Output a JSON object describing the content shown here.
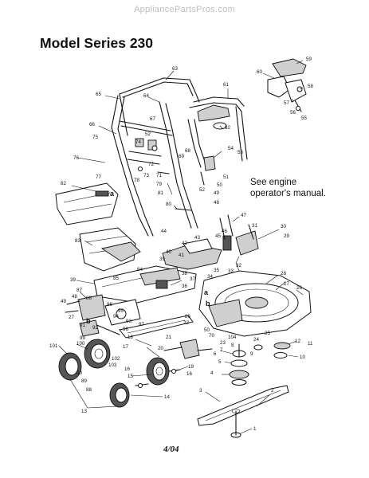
{
  "watermark": "AppliancePartsPros.com",
  "title": "Model Series 230",
  "note_line1": "See engine",
  "note_line2": "operator's manual.",
  "date": "4/04",
  "callouts": [
    {
      "id": "c63",
      "label": "63"
    },
    {
      "id": "c65",
      "label": "65"
    },
    {
      "id": "c64",
      "label": "64"
    },
    {
      "id": "c61",
      "label": "61"
    },
    {
      "id": "c59",
      "label": "59"
    },
    {
      "id": "c60",
      "label": "60"
    },
    {
      "id": "c58",
      "label": "58"
    },
    {
      "id": "c57",
      "label": "57"
    },
    {
      "id": "c56",
      "label": "56"
    },
    {
      "id": "c55",
      "label": "55"
    },
    {
      "id": "c62",
      "label": "62"
    },
    {
      "id": "c67",
      "label": "67"
    },
    {
      "id": "c66",
      "label": "66"
    },
    {
      "id": "c52a",
      "label": "52"
    },
    {
      "id": "c74",
      "label": "74"
    },
    {
      "id": "c75",
      "label": "75"
    },
    {
      "id": "c68",
      "label": "68"
    },
    {
      "id": "c69",
      "label": "69"
    },
    {
      "id": "c54",
      "label": "54"
    },
    {
      "id": "c53",
      "label": "53"
    },
    {
      "id": "c76",
      "label": "76"
    },
    {
      "id": "c72",
      "label": "72"
    },
    {
      "id": "c73",
      "label": "73"
    },
    {
      "id": "c71",
      "label": "71"
    },
    {
      "id": "c77",
      "label": "77"
    },
    {
      "id": "c78",
      "label": "78"
    },
    {
      "id": "c79",
      "label": "79"
    },
    {
      "id": "c51",
      "label": "51"
    },
    {
      "id": "c50a",
      "label": "50"
    },
    {
      "id": "c49a",
      "label": "49"
    },
    {
      "id": "c52b",
      "label": "52"
    },
    {
      "id": "c82",
      "label": "82"
    },
    {
      "id": "c81",
      "label": "81"
    },
    {
      "id": "c80",
      "label": "80"
    },
    {
      "id": "c48a",
      "label": "48"
    },
    {
      "id": "c47",
      "label": "47"
    },
    {
      "id": "c46",
      "label": "46"
    },
    {
      "id": "c31",
      "label": "31"
    },
    {
      "id": "c30",
      "label": "30"
    },
    {
      "id": "c44",
      "label": "44"
    },
    {
      "id": "c43",
      "label": "43"
    },
    {
      "id": "c45",
      "label": "45"
    },
    {
      "id": "c29",
      "label": "29"
    },
    {
      "id": "c83",
      "label": "83"
    },
    {
      "id": "c42",
      "label": "42"
    },
    {
      "id": "c40",
      "label": "40"
    },
    {
      "id": "c41",
      "label": "41"
    },
    {
      "id": "c84",
      "label": "84"
    },
    {
      "id": "c39a",
      "label": "39"
    },
    {
      "id": "c38",
      "label": "38"
    },
    {
      "id": "c32",
      "label": "32"
    },
    {
      "id": "c33",
      "label": "33"
    },
    {
      "id": "c35",
      "label": "35"
    },
    {
      "id": "c34",
      "label": "34"
    },
    {
      "id": "c37",
      "label": "37"
    },
    {
      "id": "c28",
      "label": "28"
    },
    {
      "id": "c27a",
      "label": "27"
    },
    {
      "id": "c26",
      "label": "26"
    },
    {
      "id": "c39b",
      "label": "39"
    },
    {
      "id": "c85",
      "label": "85"
    },
    {
      "id": "c36",
      "label": "36"
    },
    {
      "id": "c87",
      "label": "87"
    },
    {
      "id": "c48b",
      "label": "48"
    },
    {
      "id": "c49b",
      "label": "49"
    },
    {
      "id": "c86a",
      "label": "86"
    },
    {
      "id": "c96",
      "label": "96"
    },
    {
      "id": "c95",
      "label": "95"
    },
    {
      "id": "c94",
      "label": "94"
    },
    {
      "id": "c93",
      "label": "93"
    },
    {
      "id": "c97",
      "label": "97"
    },
    {
      "id": "c27b",
      "label": "27"
    },
    {
      "id": "c91",
      "label": "91"
    },
    {
      "id": "c92",
      "label": "92"
    },
    {
      "id": "c98",
      "label": "98"
    },
    {
      "id": "c86b",
      "label": "86"
    },
    {
      "id": "c22",
      "label": "22"
    },
    {
      "id": "c25",
      "label": "25"
    },
    {
      "id": "c24",
      "label": "24"
    },
    {
      "id": "c50b",
      "label": "50"
    },
    {
      "id": "c70",
      "label": "70"
    },
    {
      "id": "c104",
      "label": "104"
    },
    {
      "id": "c99",
      "label": "99"
    },
    {
      "id": "c100",
      "label": "100"
    },
    {
      "id": "c101",
      "label": "101"
    },
    {
      "id": "c18",
      "label": "18"
    },
    {
      "id": "c21",
      "label": "21"
    },
    {
      "id": "c23",
      "label": "23"
    },
    {
      "id": "c8",
      "label": "8"
    },
    {
      "id": "c12",
      "label": "12"
    },
    {
      "id": "c11",
      "label": "11"
    },
    {
      "id": "c7",
      "label": "7"
    },
    {
      "id": "c6",
      "label": "6"
    },
    {
      "id": "c9",
      "label": "9"
    },
    {
      "id": "c17",
      "label": "17"
    },
    {
      "id": "c20",
      "label": "20"
    },
    {
      "id": "c5",
      "label": "5"
    },
    {
      "id": "c10",
      "label": "10"
    },
    {
      "id": "c102",
      "label": "102"
    },
    {
      "id": "c103",
      "label": "103"
    },
    {
      "id": "c90",
      "label": "90"
    },
    {
      "id": "c19",
      "label": "19"
    },
    {
      "id": "c89",
      "label": "89"
    },
    {
      "id": "c88",
      "label": "88"
    },
    {
      "id": "c16a",
      "label": "16"
    },
    {
      "id": "c16b",
      "label": "16"
    },
    {
      "id": "c4",
      "label": "4"
    },
    {
      "id": "c15",
      "label": "15"
    },
    {
      "id": "c14",
      "label": "14"
    },
    {
      "id": "c3",
      "label": "3"
    },
    {
      "id": "c2",
      "label": "2"
    },
    {
      "id": "c13",
      "label": "13"
    },
    {
      "id": "c1",
      "label": "1"
    }
  ],
  "section_letters": [
    {
      "id": "la1",
      "label": "a"
    },
    {
      "id": "la2",
      "label": "a"
    },
    {
      "id": "lb1",
      "label": "b"
    },
    {
      "id": "lb2",
      "label": "b"
    }
  ]
}
